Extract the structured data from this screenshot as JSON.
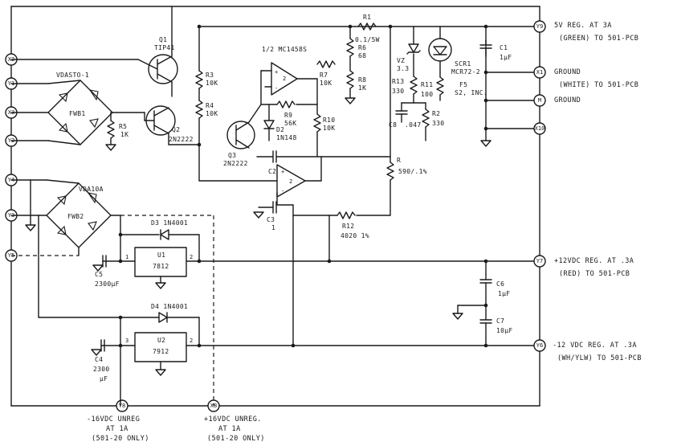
{
  "pins": {
    "x2": "X2",
    "y1": "Y1",
    "x3": "X3",
    "y2": "Y2",
    "y4": "Y4",
    "y3": "Y3",
    "y5": "Y5",
    "y8": "Y8",
    "x8": "X8",
    "y9": "Y9",
    "x1": "X1",
    "m": "M",
    "x10": "X10",
    "y7": "Y7",
    "y6": "Y6"
  },
  "labels": {
    "t1_top": "VDASTO-1",
    "fwb1": "FWB1",
    "r5": "R5",
    "r5_val": "1K",
    "q1": "Q1",
    "q1_val": "TIP41",
    "q2": "Q2",
    "q2_val": "2N2222",
    "r3": "R3",
    "r3_val": "10K",
    "r4": "R4",
    "r4_val": "10K",
    "opamp_top": "1/2 MC1458S",
    "r7": "R7",
    "r7_val": "10K",
    "r9": "R9",
    "r9_val": "56K",
    "r10": "R10",
    "r10_val": "10K",
    "d2": "D2",
    "d2_val": "1N148",
    "q3": "Q3",
    "q3_val": "2N2222",
    "c2": "C2",
    "c3": "C3",
    "c3_val": "1",
    "r1": "R1",
    "r1_val": "0.1/5W",
    "r6": "R6",
    "r6_val": "68",
    "r8": "R8",
    "r8_val": "1K",
    "vz": "VZ",
    "vz_val": "3.3",
    "r13": "R13",
    "r13_val": "330",
    "scr": "SCR1",
    "scr_val": "MCR72-2",
    "r11": "R11",
    "r11_val": "100",
    "r2": "R2",
    "r2_val": "330",
    "c8": "C8",
    "c8_val": ".047",
    "fuse": "F5",
    "fuse_val": "S2, INC.",
    "c1": "C1",
    "c1_val": "1µF",
    "rq": "R",
    "rq_val": "590/.1%",
    "r12": "R12",
    "r12_val": "4020 1%",
    "t2_top": "VDA10A",
    "fwb2": "FWB2",
    "d3": "D3 1N4001",
    "u1": "U1",
    "u1_val": "7812",
    "c5": "C5",
    "c5_val": "2300µF",
    "d4": "D4 1N4001",
    "u2": "U2",
    "u2_val": "7912",
    "c4": "C4",
    "c4_val": "2300",
    "c4_unit": "µF",
    "c6": "C6",
    "c6_val": "1µF",
    "c7": "C7",
    "c7_val": "10µF",
    "pin1": "1",
    "pin2": "2",
    "pin3": "3",
    "pin2b": "2"
  },
  "outputs": {
    "y9_line1": "5V REG. AT 3A",
    "y9_line2": "(GREEN) TO 501-PCB",
    "x1_line1": "GROUND",
    "x1_line2": "(WHITE) TO 501-PCB",
    "m_line1": "GROUND",
    "y7_line1": "+12VDC REG. AT .3A",
    "y7_line2": "(RED) TO 501-PCB",
    "y6_line1": "-12 VDC REG. AT .3A",
    "y6_line2": "(WH/YLW) TO 501-PCB",
    "y8_line1": "-16VDC UNREG",
    "y8_line2": "AT 1A",
    "y8_line3": "(501-20 ONLY)",
    "x8_line1": "+16VDC UNREG.",
    "x8_line2": "AT 1A",
    "x8_line3": "(501-20 ONLY)"
  }
}
